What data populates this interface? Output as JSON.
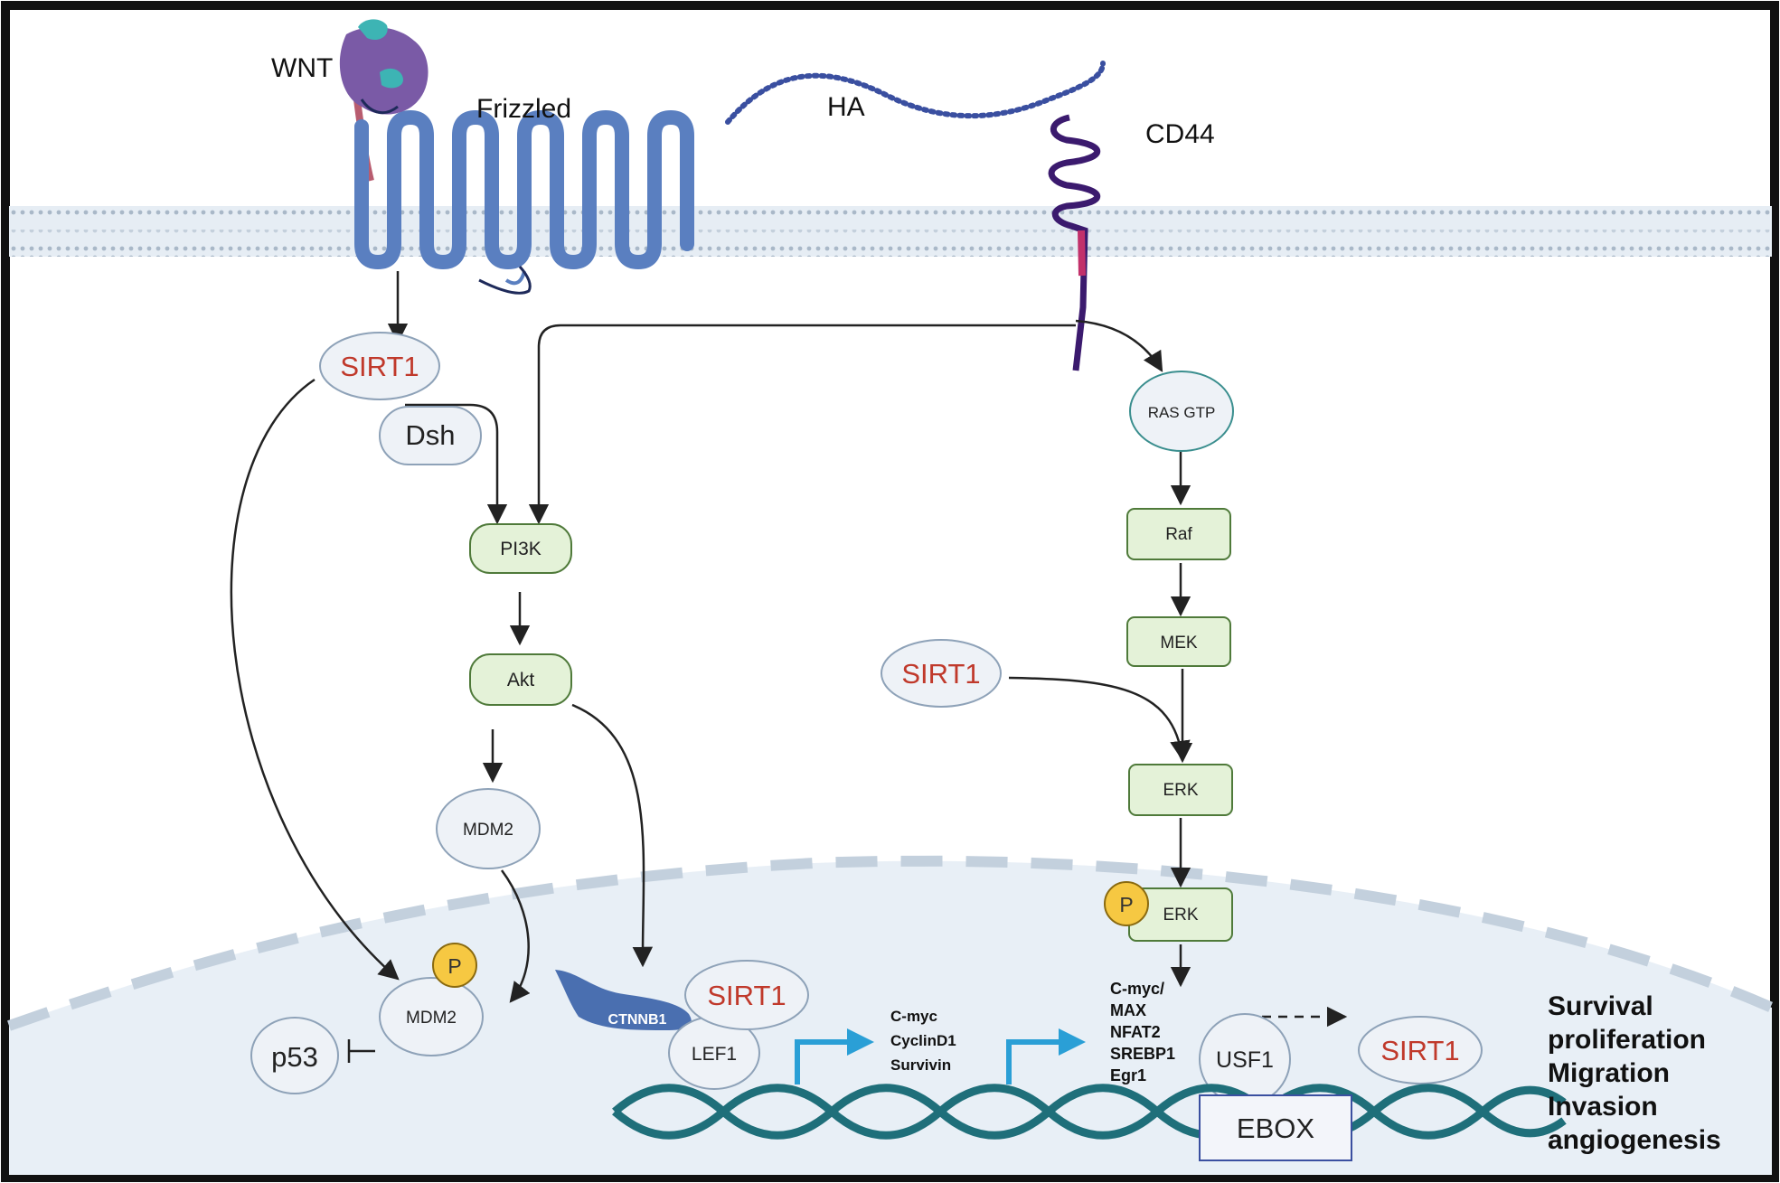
{
  "ligands": {
    "wnt": "WNT",
    "frizzled": "Frizzled",
    "ha": "HA",
    "cd44": "CD44"
  },
  "nodes": {
    "sirt1_top": "SIRT1",
    "dsh": "Dsh",
    "pi3k": "PI3K",
    "akt": "Akt",
    "mdm2_cyto": "MDM2",
    "mdm2_nuc": "MDM2",
    "p53": "p53",
    "ctnnb1": "CTNNB1",
    "sirt1_nuc": "SIRT1",
    "lef1": "LEF1",
    "ras_gtp": "RAS GTP",
    "raf": "Raf",
    "mek": "MEK",
    "sirt1_mid": "SIRT1",
    "erk": "ERK",
    "perk": "ERK",
    "usf1": "USF1",
    "sirt1_right": "SIRT1",
    "ebox": "EBOX",
    "phospho": "P"
  },
  "gene_lists": {
    "wnt_targets": [
      "C-myc",
      "CyclinD1",
      "Survivin"
    ],
    "erk_targets": [
      "C-myc/",
      "MAX",
      "NFAT2",
      "SREBP1",
      "Egr1"
    ]
  },
  "outcomes": [
    "Survival",
    "proliferation",
    "Migration",
    "Invasion",
    "angiogenesis"
  ],
  "colors": {
    "membrane": "#c9d6e3",
    "receptor_blue": "#5a7fc0",
    "cd44_purple": "#3b1a6e",
    "kinase_fill": "#e4f2d8",
    "kinase_stroke": "#4f7a3a",
    "sirt1_text": "#c0392b",
    "nucleus_fill": "#e8eff6",
    "dna": "#1f6f7a",
    "arrow_blue": "#2a9fd6",
    "phospho_fill": "#f6c842"
  }
}
